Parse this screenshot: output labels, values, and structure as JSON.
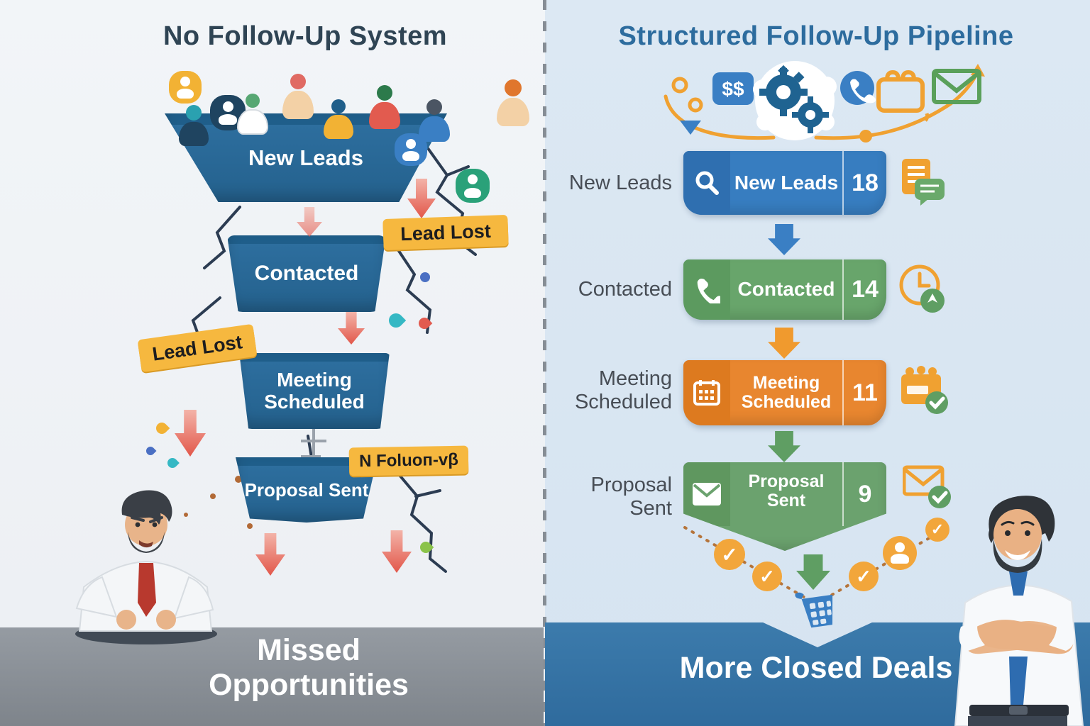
{
  "palette": {
    "left_bg": "#f0f3f6",
    "right_bg": "#dbe7f2",
    "funnel_blue": "#2d6e9e",
    "funnel_blue_dark": "#1f5e8a",
    "tag_yellow": "#f6b83f",
    "alert_red": "#e2574a",
    "gray_band": "#8f959c",
    "blue_band": "#3878aa",
    "row_blue": "#377dc0",
    "row_green": "#68a56b",
    "row_orange": "#e8862f",
    "row_green_2": "#6ba26e",
    "accent_orange": "#f0a131",
    "title_left": "#2f4454",
    "title_right": "#2d6c9e"
  },
  "left": {
    "title": "No Follow-Up System",
    "stages": [
      {
        "label": "New Leads"
      },
      {
        "label": "Contacted"
      },
      {
        "label": "Meeting Scheduled"
      },
      {
        "label": "Proposal Sent"
      }
    ],
    "tags": [
      {
        "label": "Lead Lost"
      },
      {
        "label": "Lead Lost"
      },
      {
        "label": "N Foluoп-vβ"
      }
    ],
    "footer": "Missed Opportunities"
  },
  "right": {
    "title": "Structured Follow-Up Pipeline",
    "money_badge": "$$",
    "rows": [
      {
        "side_label": "New Leads",
        "banner_label": "New Leads",
        "count": "18"
      },
      {
        "side_label": "Contacted",
        "banner_label": "Contacted",
        "count": "14"
      },
      {
        "side_label": "Meeting Scheduled",
        "banner_label": "Meeting Scheduled",
        "count": "11"
      },
      {
        "side_label": "Proposal Sent",
        "banner_label": "Proposal Sent",
        "count": "9"
      }
    ],
    "footer": "More Closed Deals"
  }
}
